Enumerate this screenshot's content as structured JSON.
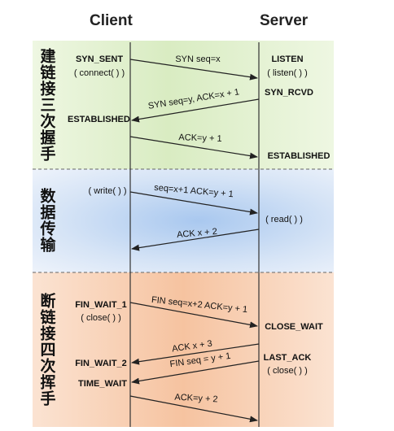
{
  "headers": {
    "client": "Client",
    "server": "Server"
  },
  "bands": {
    "handshake": {
      "label": "建链接三次握手",
      "color": "#d9ecc2"
    },
    "transfer": {
      "label": "数据传输",
      "color": "#c9dcf2"
    },
    "teardown": {
      "label": "断链接四次挥手",
      "color": "#f7c9a6"
    }
  },
  "client": {
    "syn_sent": "SYN_SENT",
    "connect": "( connect( ) )",
    "established": "ESTABLISHED",
    "write": "( write( ) )",
    "fin_wait_1": "FIN_WAIT_1",
    "close": "( close( ) )",
    "fin_wait_2": "FIN_WAIT_2",
    "time_wait": "TIME_WAIT"
  },
  "server": {
    "listen": "LISTEN",
    "listen_fn": "( listen( ) )",
    "syn_rcvd": "SYN_RCVD",
    "established": "ESTABLISHED",
    "read": "( read( ) )",
    "close_wait": "CLOSE_WAIT",
    "last_ack": "LAST_ACK",
    "close": "( close( ) )"
  },
  "messages": {
    "syn": "SYN seq=x",
    "syn_ack": "SYN seq=y, ACK=x + 1",
    "ack1": "ACK=y + 1",
    "data": "seq=x+1 ACK=y + 1",
    "data_ack": "ACK x + 2",
    "fin1": "FIN seq=x+2 ACK=y + 1",
    "ack_fin1": "ACK x + 3",
    "fin2": "FIN seq = y + 1",
    "ack_fin2": "ACK=y + 2"
  }
}
